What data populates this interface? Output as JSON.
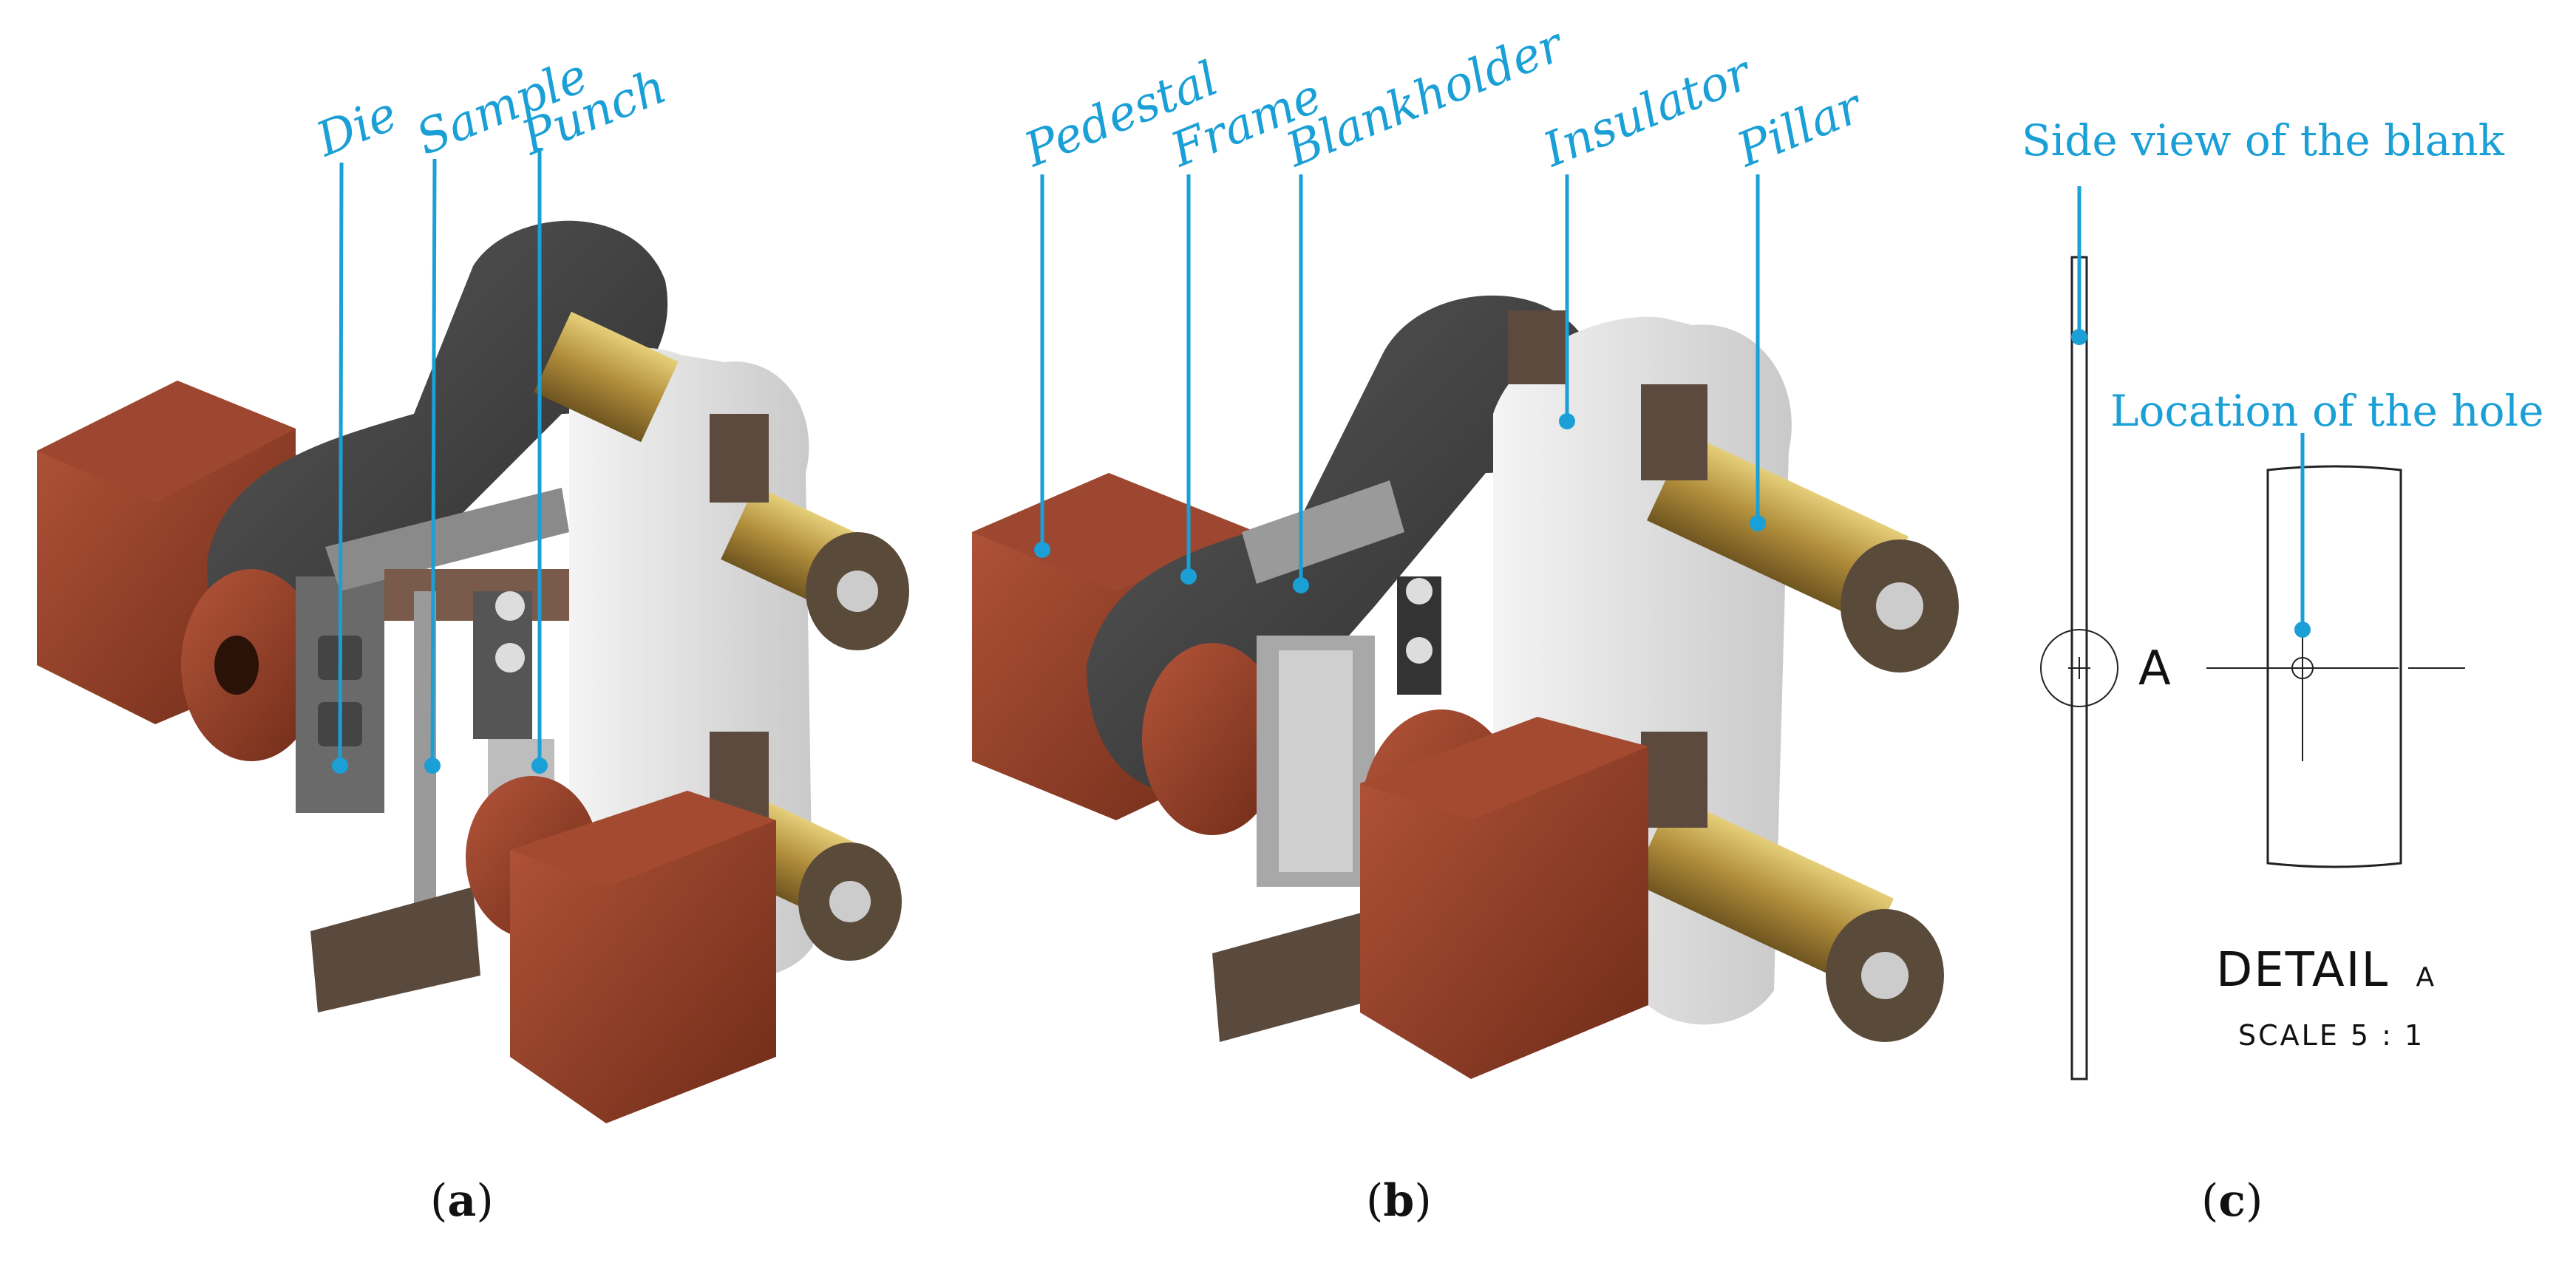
{
  "panels": [
    {
      "label": "a",
      "callouts": [
        "Die",
        "Sample",
        "Punch"
      ]
    },
    {
      "label": "b",
      "callouts": [
        "Pedestal",
        "Frame",
        "Blankholder",
        "Insulator",
        "Pillar"
      ]
    },
    {
      "label": "c",
      "callouts": [
        "Side view of the blank",
        "Location of the hole"
      ],
      "detail_marker": "A",
      "detail_title": "DETAIL",
      "detail_title_suffix": "A",
      "scale_text": "SCALE 5 : 1"
    }
  ],
  "colors": {
    "callout_blue": "#1a9fd6",
    "copper": "#8a3b22",
    "dark_gray": "#3c3c3c",
    "aluminum": "#dcdcdc",
    "brass": "#a8843a"
  }
}
